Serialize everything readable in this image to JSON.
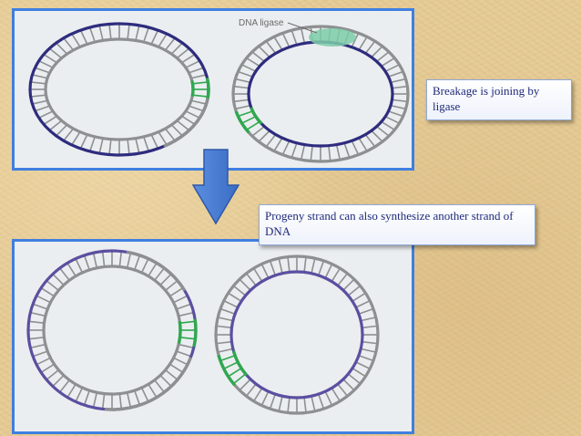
{
  "diagram": {
    "top_panel": {
      "ligase_label": "DNA ligase"
    },
    "captions": {
      "top": "Breakage is joining by ligase",
      "middle": "Progeny strand  can also synthesize another strand of DNA"
    },
    "colors": {
      "old_strand": "#8d8f91",
      "new_strand": "#2e2c7e",
      "new_strand_light": "#5a4fa0",
      "replicated_segment": "#2fa84f",
      "ligase": "#7dcca8",
      "panel_border": "#3f7fe0",
      "arrow": "#4a7dd0"
    }
  }
}
